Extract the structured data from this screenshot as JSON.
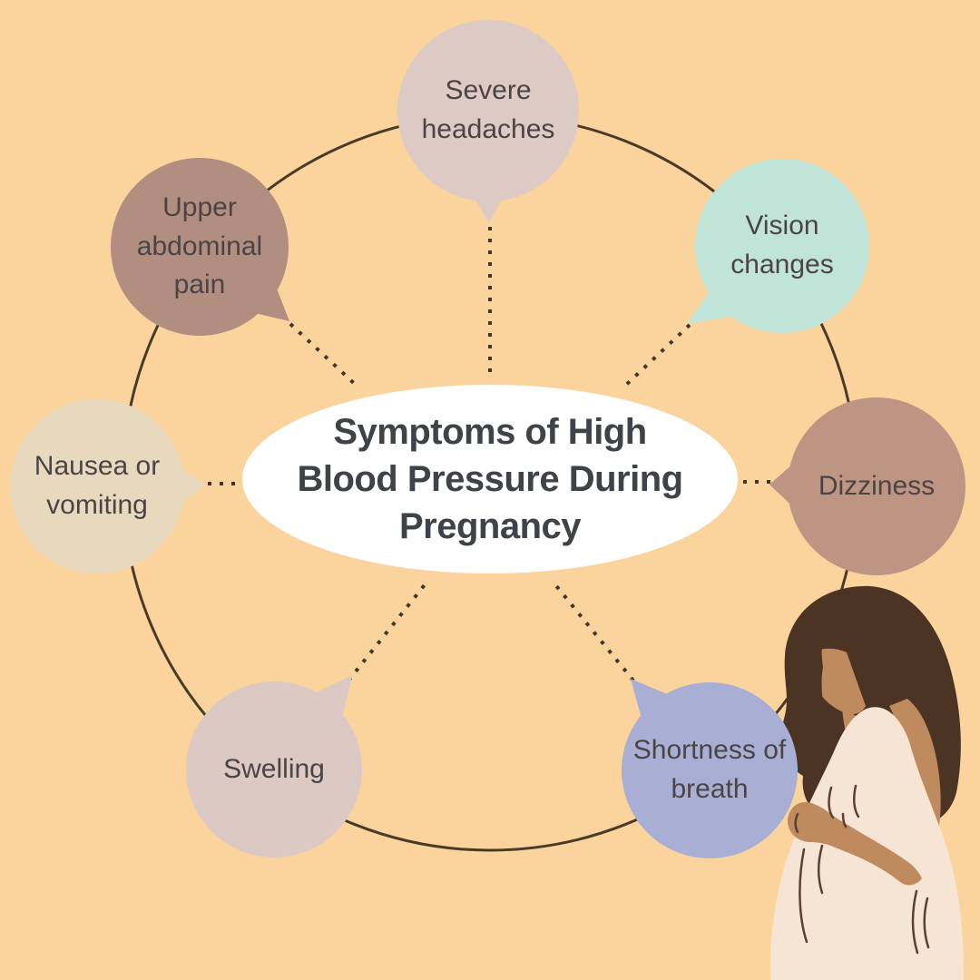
{
  "page": {
    "background": "#FAD49C"
  },
  "diagram": {
    "ring_color": "#4A3B28",
    "dot_color": "#42362A",
    "label_color": "#4A4444",
    "center": {
      "title": "Symptoms of High Blood Pressure During Pregnancy",
      "title_lines": [
        "Symptoms of High",
        "Blood Pressure During",
        "Pregnancy"
      ],
      "bg": "#FFFFFF",
      "text_color": "#3F4347"
    },
    "bubbles": [
      {
        "id": "severe-headaches",
        "label": "Severe headaches",
        "color": "#DECAC5"
      },
      {
        "id": "vision-changes",
        "label": "Vision changes",
        "color": "#C1E4D8"
      },
      {
        "id": "dizziness",
        "label": "Dizziness",
        "color": "#BE9583"
      },
      {
        "id": "shortness-of-breath",
        "label": "Shortness of breath",
        "color": "#A9AED4"
      },
      {
        "id": "swelling",
        "label": "Swelling",
        "color": "#DDC9C4"
      },
      {
        "id": "nausea-or-vomiting",
        "label": "Nausea or vomiting",
        "color": "#E8D9BE"
      },
      {
        "id": "upper-abdominal-pain",
        "label": "Upper abdominal pain",
        "color": "#B18E80"
      }
    ]
  },
  "illustration": {
    "name": "pregnant-woman",
    "hair_color": "#4C3424",
    "skin_color": "#C08A5F",
    "dress_color": "#F6E4D5",
    "line_color": "#5A4030"
  }
}
